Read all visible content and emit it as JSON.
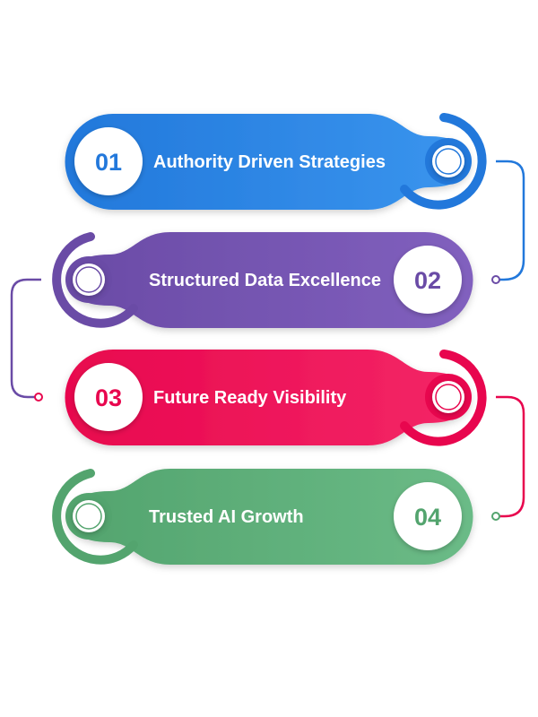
{
  "steps": [
    {
      "number": "01",
      "label": "Authority Driven Strategies",
      "color": "#2278DB",
      "color_light": "#3A95EE"
    },
    {
      "number": "02",
      "label": "Structured Data Excellence",
      "color": "#6A4BA6",
      "color_light": "#8160BE"
    },
    {
      "number": "03",
      "label": "Future Ready Visibility",
      "color": "#E8064E",
      "color_light": "#F42767"
    },
    {
      "number": "04",
      "label": "Trusted AI Growth",
      "color": "#53A46E",
      "color_light": "#6BBB87"
    }
  ]
}
